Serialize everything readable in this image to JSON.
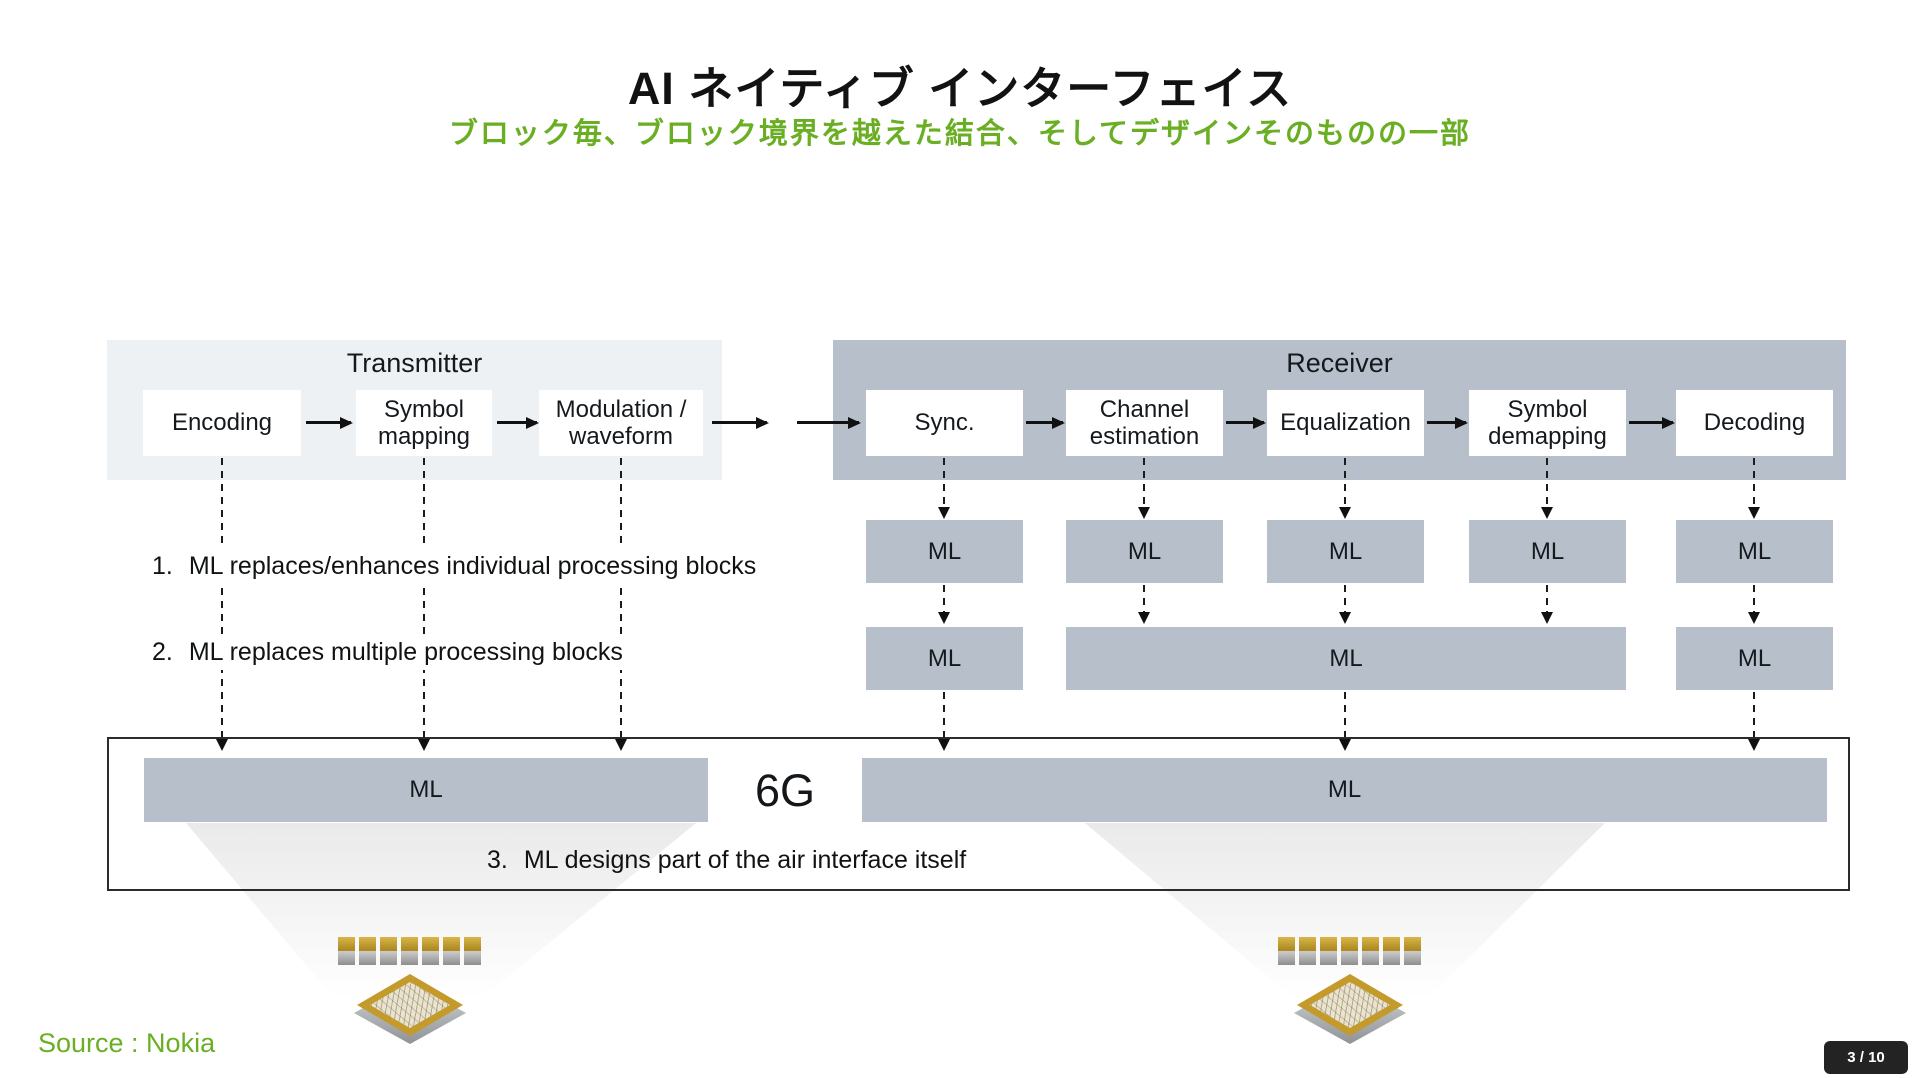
{
  "slide": {
    "title": "AI ネイティブ インターフェイス",
    "subtitle": "ブロック毎、ブロック境界を越えた結合、そしてデザインそのものの一部",
    "center_label": "6G",
    "source": "Source : Nokia",
    "page_indicator": "3 / 10"
  },
  "transmitter": {
    "label": "Transmitter",
    "blocks": [
      "Encoding",
      "Symbol mapping",
      "Modulation / waveform"
    ]
  },
  "receiver": {
    "label": "Receiver",
    "blocks": [
      "Sync.",
      "Channel estimation",
      "Equalization",
      "Symbol demapping",
      "Decoding"
    ]
  },
  "ml_label": "ML",
  "annotations": [
    {
      "num": "1.",
      "text": "ML replaces/enhances individual processing blocks"
    },
    {
      "num": "2.",
      "text": "ML replaces multiple processing blocks"
    },
    {
      "num": "3.",
      "text": "ML designs part of the air interface itself"
    }
  ],
  "colors": {
    "accent_green": "#6aaf23",
    "receiver_gray": "#b7c0ca",
    "transmitter_gray": "#edf1f4",
    "chip_gold": "#c39a2b",
    "badge_bg": "#232323"
  }
}
